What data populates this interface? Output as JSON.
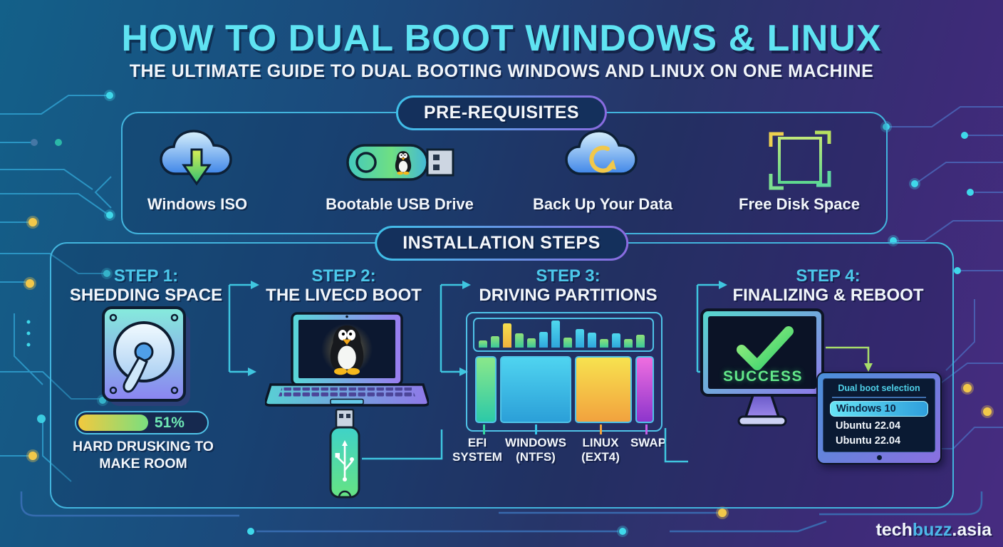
{
  "header": {
    "title": "HOW TO DUAL BOOT WINDOWS & LINUX",
    "subtitle": "THE ULTIMATE GUIDE TO DUAL BOOTING WINDOWS AND LINUX ON ONE MACHINE"
  },
  "prerequisites": {
    "label": "PRE-REQUISITES",
    "items": [
      {
        "label": "Windows ISO",
        "icon": "cloud-download-icon"
      },
      {
        "label": "Bootable USB Drive",
        "icon": "usb-tux-drive-icon"
      },
      {
        "label": "Back Up Your Data",
        "icon": "cloud-backup-icon"
      },
      {
        "label": "Free Disk Space",
        "icon": "free-disk-space-icon"
      }
    ]
  },
  "installation": {
    "label": "INSTALLATION STEPS",
    "steps": [
      {
        "step_label": "STEP 1:",
        "title": "SHEDDING SPACE",
        "icon": "hard-drive-icon",
        "progress_value": 51,
        "progress_label": "51%",
        "caption": "HARD DRUSKING TO MAKE ROOM"
      },
      {
        "step_label": "STEP 2:",
        "title": "THE LIVECD BOOT",
        "icon": "laptop-tux-icon"
      },
      {
        "step_label": "STEP 3:",
        "title": "DRIVING PARTITIONS",
        "icon": "partition-map-icon",
        "partitions": [
          {
            "line1": "EFI",
            "line2": "SYSTEM",
            "color": "#35d9a2"
          },
          {
            "line1": "WINDOWS",
            "line2": "(NTFS)",
            "color": "#38c6ea"
          },
          {
            "line1": "LINUX",
            "line2": "(EXT4)",
            "color": "#f0a23e"
          },
          {
            "line1": "SWAP",
            "line2": "",
            "color": "#c75fe8"
          }
        ]
      },
      {
        "step_label": "STEP 4:",
        "title": "FINALIZING & REBOOT",
        "icon": "monitor-success-icon",
        "success_label": "SUCCESS",
        "boot_menu": {
          "title": "Dual boot selection",
          "selected_entry": "Windows 10",
          "entries": [
            "Windows 10",
            "Ubuntu 22.04",
            "Ubuntu 22.04"
          ]
        }
      }
    ]
  },
  "footer": {
    "brand_prefix": "tech",
    "brand_mid": "buzz",
    "brand_suffix": ".asia"
  },
  "colors": {
    "title_cyan": "#5fe3f2",
    "step_cyan": "#4cc8ea",
    "success_green": "#63e88a",
    "progress_green": "#6fe8b5",
    "brand_blue": "#4db8e8",
    "pill_border_start": "#3ec0e8",
    "pill_border_end": "#8a6ae0",
    "panel_border": "#42b4dd"
  }
}
